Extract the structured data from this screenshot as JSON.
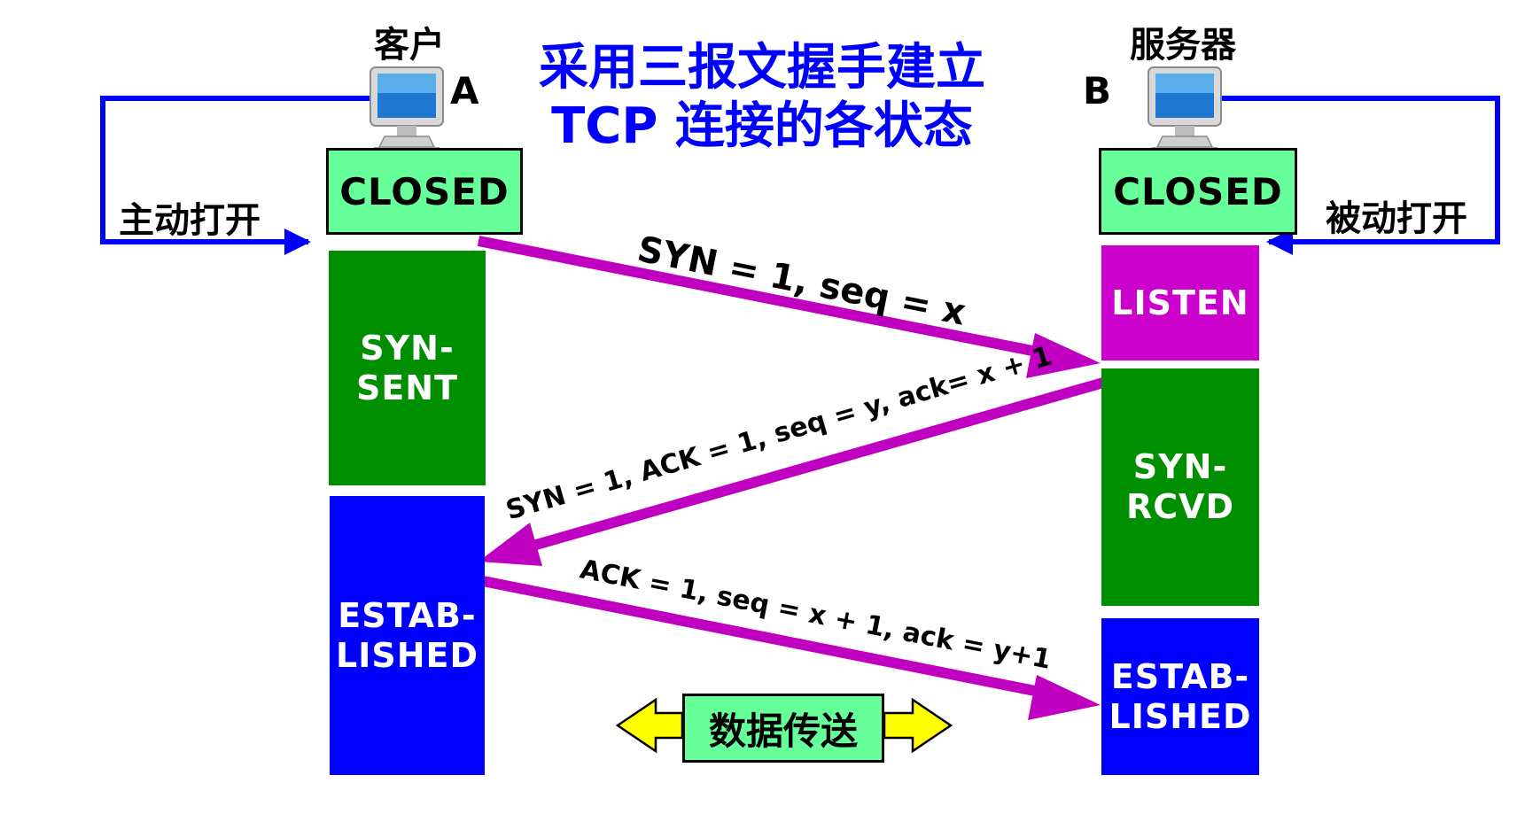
{
  "title": {
    "line1": "采用三报文握手建立",
    "line2": "TCP 连接的各状态"
  },
  "client": {
    "label": "客户",
    "letter": "A",
    "action": "主动打开",
    "states": {
      "closed": "CLOSED",
      "syn_sent": "SYN-\nSENT",
      "established": "ESTAB-\nLISHED"
    }
  },
  "server": {
    "label": "服务器",
    "letter": "B",
    "action": "被动打开",
    "states": {
      "closed": "CLOSED",
      "listen": "LISTEN",
      "syn_rcvd": "SYN-\nRCVD",
      "established": "ESTAB-\nLISHED"
    }
  },
  "messages": {
    "syn": "SYN = 1, seq = x",
    "syn_ack": "SYN = 1, ACK = 1, seq = y, ack= x + 1",
    "ack": "ACK = 1, seq = x + 1, ack = y+1"
  },
  "data_transfer": "数据传送",
  "colors": {
    "syn_sent": "#008f00",
    "established": "#0000ff",
    "listen": "#cc00cc",
    "syn_rcvd": "#008f00",
    "closed": "#66ff99",
    "message_arrow": "#c000c0",
    "open_arrow": "#0000ff",
    "data_arrow": "#ffff00",
    "title": "#0000ff"
  },
  "icons": {
    "client": "computer-icon",
    "server": "computer-icon"
  }
}
